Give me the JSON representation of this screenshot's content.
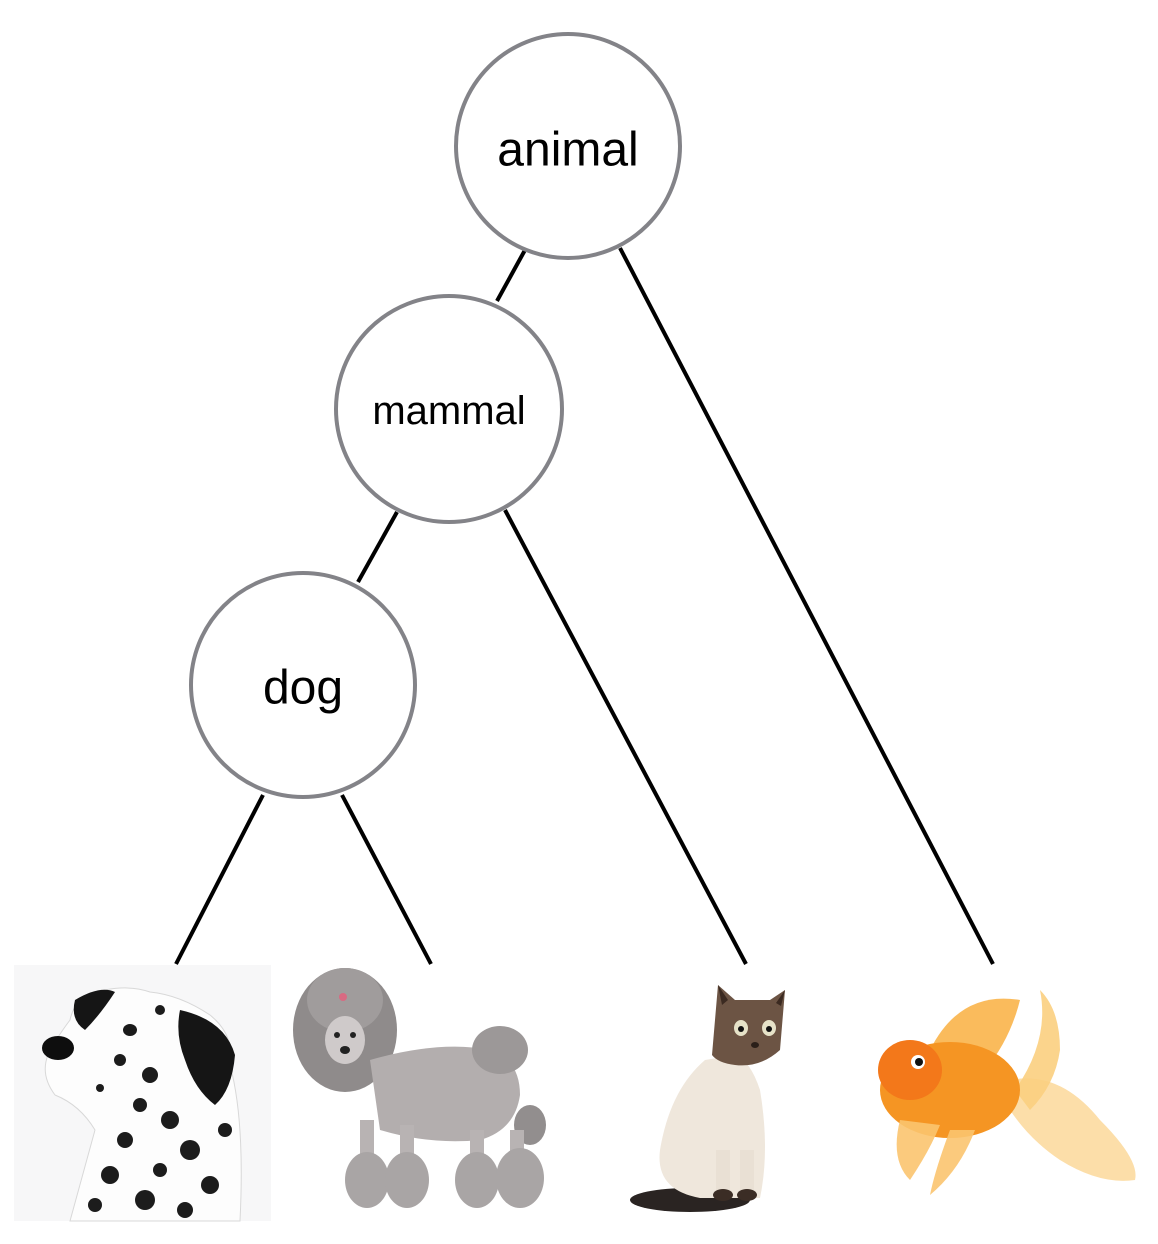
{
  "nodes": {
    "root": {
      "label": "animal"
    },
    "mid": {
      "label": "mammal"
    },
    "low": {
      "label": "dog"
    }
  },
  "leaves": [
    {
      "icon": "dalmatian-dog-image"
    },
    {
      "icon": "poodle-dog-image"
    },
    {
      "icon": "siamese-cat-image"
    },
    {
      "icon": "goldfish-image"
    }
  ],
  "colors": {
    "node_stroke": "#838388",
    "edge": "#000000",
    "text": "#000000"
  }
}
